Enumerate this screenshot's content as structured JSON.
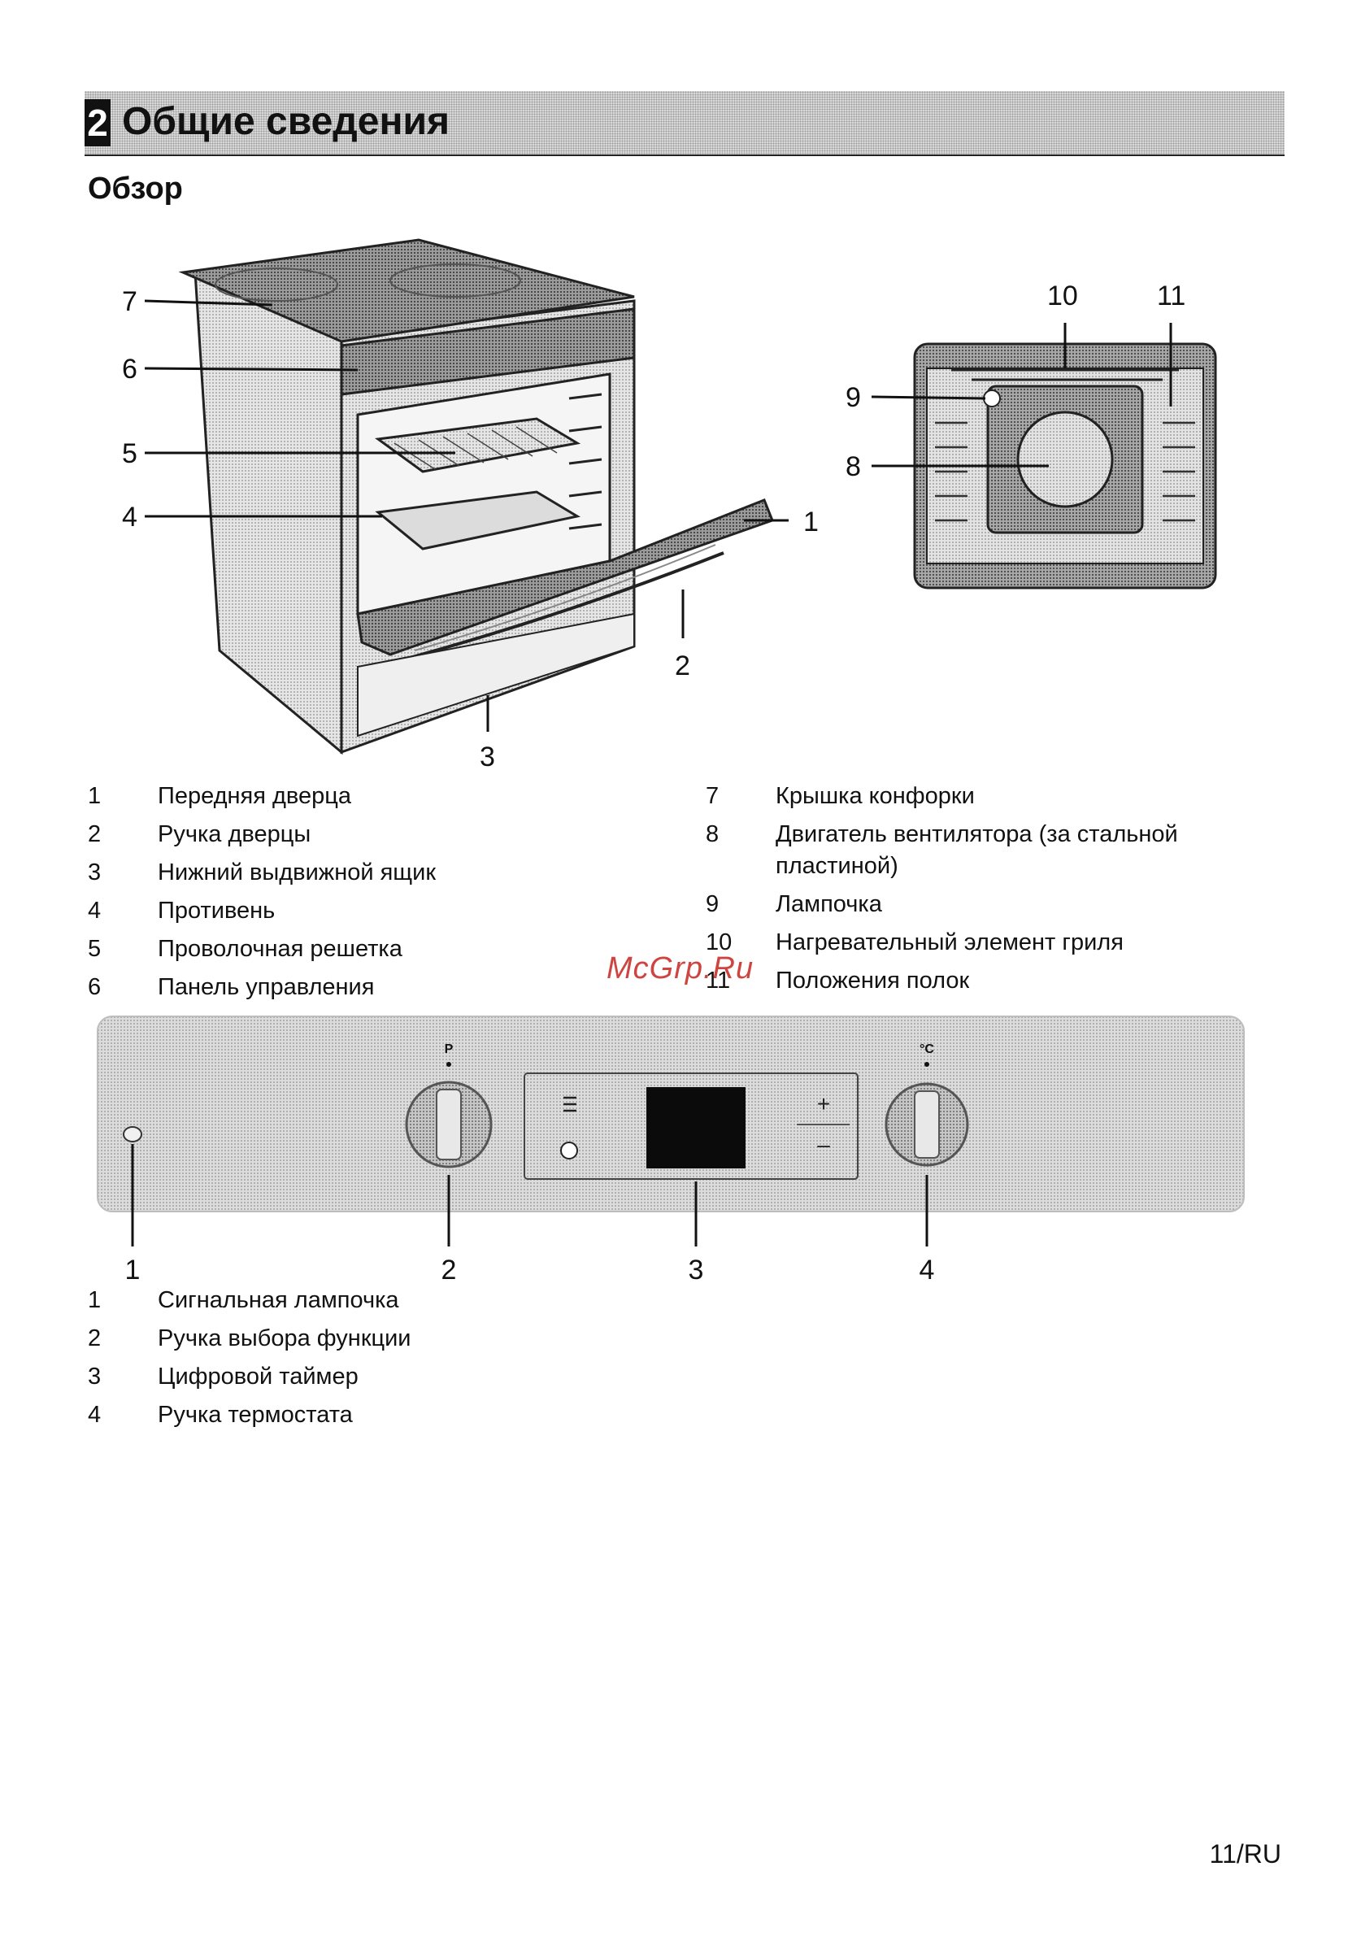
{
  "section": {
    "number": "2",
    "title": "Общие сведения"
  },
  "subtitle": "Обзор",
  "cooker_callouts": [
    "1",
    "2",
    "3",
    "4",
    "5",
    "6",
    "7"
  ],
  "oven_callouts": [
    "8",
    "9",
    "10",
    "11"
  ],
  "cooker_legend": {
    "left": [
      {
        "num": "1",
        "text": "Передняя дверца"
      },
      {
        "num": "2",
        "text": "Ручка дверцы"
      },
      {
        "num": "3",
        "text": "Нижний выдвижной ящик"
      },
      {
        "num": "4",
        "text": "Противень"
      },
      {
        "num": "5",
        "text": "Проволочная решетка"
      },
      {
        "num": "6",
        "text": "Панель управления"
      }
    ],
    "right": [
      {
        "num": "7",
        "text": "Крышка конфорки"
      },
      {
        "num": "8",
        "text": "Двигатель вентилятора (за стальной",
        "text2": "пластиной)"
      },
      {
        "num": "9",
        "text": "Лампочка"
      },
      {
        "num": "10",
        "text": "Нагревательный элемент гриля"
      },
      {
        "num": "11",
        "text": "Положения полок"
      }
    ]
  },
  "panel": {
    "callouts": [
      "1",
      "2",
      "3",
      "4"
    ],
    "knob_left_label": "P",
    "knob_right_label": "°C",
    "timer_plus": "+",
    "timer_minus": "–"
  },
  "panel_legend": [
    {
      "num": "1",
      "text": "Сигнальная лампочка"
    },
    {
      "num": "2",
      "text": "Ручка выбора функции"
    },
    {
      "num": "3",
      "text": "Цифровой таймер"
    },
    {
      "num": "4",
      "text": "Ручка термостата"
    }
  ],
  "watermark": "McGrp.Ru",
  "page_number": "11/RU"
}
